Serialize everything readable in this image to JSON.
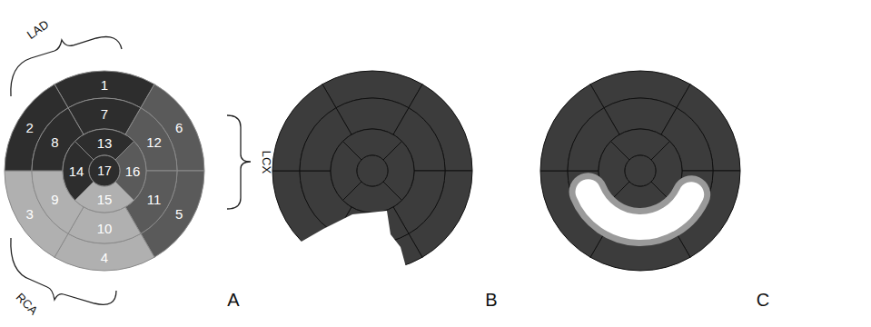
{
  "diagram": {
    "labels": [
      "LAD",
      "LCX",
      "RCA",
      "1",
      "2",
      "3",
      "4",
      "5",
      "6",
      "7",
      "8",
      "9",
      "10",
      "11",
      "12",
      "13",
      "14",
      "15",
      "16",
      "17",
      "A",
      "B",
      "C"
    ]
  }
}
